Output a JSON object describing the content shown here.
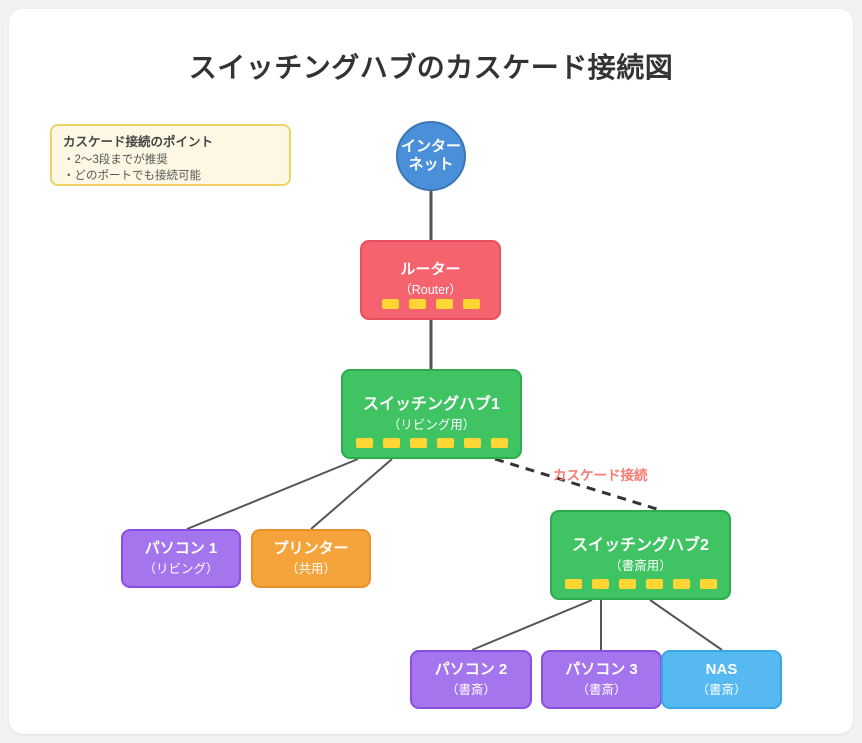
{
  "page": {
    "background": "#f2f2f5",
    "card_background": "#ffffff",
    "title": "スイッチングハブのカスケード接続図"
  },
  "info_box": {
    "title": "カスケード接続のポイント",
    "items": [
      "・2〜3段までが推奨",
      "・どのポートでも接続可能"
    ],
    "background": "#fdf8e3",
    "border_color": "#f0d264"
  },
  "cascade_label": {
    "text": "カスケード接続",
    "color": "#fa7a6f"
  },
  "nodes": {
    "internet": {
      "title": "インター\nネット",
      "subtitle": "",
      "fill": "#4a90d9",
      "stroke": "#3b76b5",
      "ports": 0
    },
    "router": {
      "title": "ルーター",
      "subtitle": "（Router）",
      "fill": "#f4636e",
      "stroke": "#e8505f",
      "ports": 4
    },
    "hub1": {
      "title": "スイッチングハブ1",
      "subtitle": "（リビング用）",
      "fill": "#40c463",
      "stroke": "#2eaa4f",
      "ports": 6
    },
    "hub2": {
      "title": "スイッチングハブ2",
      "subtitle": "（書斎用）",
      "fill": "#40c463",
      "stroke": "#2eaa4f",
      "ports": 6
    },
    "pc1": {
      "title": "パソコン 1",
      "subtitle": "（リビング）",
      "fill": "#a575ee",
      "stroke": "#8a4fe0",
      "ports": 0
    },
    "printer": {
      "title": "プリンター",
      "subtitle": "（共用）",
      "fill": "#f5a43c",
      "stroke": "#e8912a",
      "ports": 0
    },
    "pc2": {
      "title": "パソコン 2",
      "subtitle": "（書斎）",
      "fill": "#a575ee",
      "stroke": "#8a4fe0",
      "ports": 0
    },
    "pc3": {
      "title": "パソコン 3",
      "subtitle": "（書斎）",
      "fill": "#a575ee",
      "stroke": "#8a4fe0",
      "ports": 0
    },
    "nas": {
      "title": "NAS",
      "subtitle": "（書斎）",
      "fill": "#57b9f2",
      "stroke": "#3aa5e6",
      "ports": 0
    }
  },
  "edges": {
    "solid_color": "#555555",
    "dashed_color": "#333333",
    "list": [
      {
        "from": "internet",
        "to": "router",
        "style": "solid"
      },
      {
        "from": "router",
        "to": "hub1",
        "style": "solid"
      },
      {
        "from": "hub1",
        "to": "pc1",
        "style": "solid"
      },
      {
        "from": "hub1",
        "to": "printer",
        "style": "solid"
      },
      {
        "from": "hub1",
        "to": "hub2",
        "style": "dashed"
      },
      {
        "from": "hub2",
        "to": "pc2",
        "style": "solid"
      },
      {
        "from": "hub2",
        "to": "pc3",
        "style": "solid"
      },
      {
        "from": "hub2",
        "to": "nas",
        "style": "solid"
      }
    ]
  }
}
